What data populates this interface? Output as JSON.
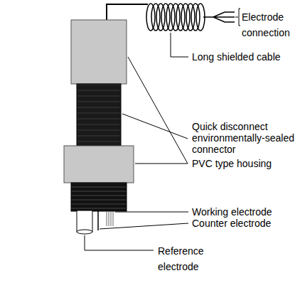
{
  "diagram": {
    "labels": [
      "Electrode connection",
      "Long shielded cable",
      "Quick disconnect environmentally-sealed connector",
      "PVC type housing",
      "Working electrode",
      "Counter electrode",
      "Reference electrode"
    ]
  }
}
